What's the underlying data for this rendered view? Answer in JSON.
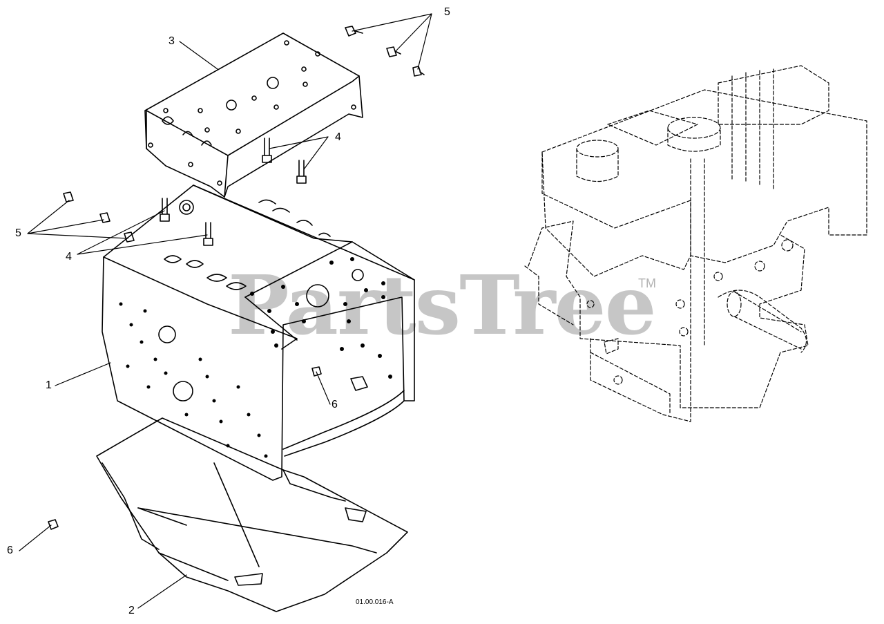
{
  "watermark": {
    "text": "PartsTree",
    "tm": "TM"
  },
  "reference_code": "01.00.016-A",
  "callouts": [
    {
      "id": "c1",
      "label": "1"
    },
    {
      "id": "c2",
      "label": "2"
    },
    {
      "id": "c3",
      "label": "3"
    },
    {
      "id": "c4a",
      "label": "4"
    },
    {
      "id": "c4b",
      "label": "4"
    },
    {
      "id": "c5a",
      "label": "5"
    },
    {
      "id": "c5b",
      "label": "5"
    },
    {
      "id": "c6a",
      "label": "6"
    },
    {
      "id": "c6b",
      "label": "6"
    }
  ],
  "colors": {
    "line": "#000000",
    "background": "#ffffff",
    "watermark": "#000000"
  }
}
